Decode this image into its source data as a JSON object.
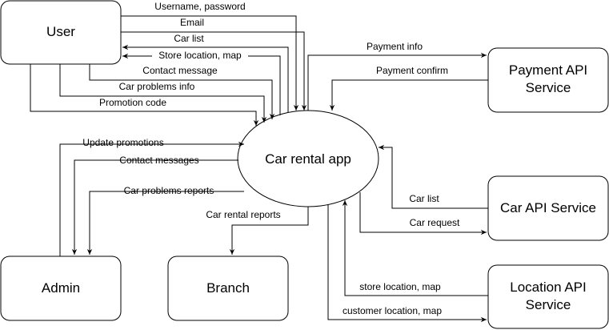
{
  "nodes": {
    "user": "User",
    "car_rental_app": "Car rental app",
    "payment_api": [
      "Payment API",
      "Service"
    ],
    "car_api": "Car API Service",
    "location_api": [
      "Location API",
      "Service"
    ],
    "admin": "Admin",
    "branch": "Branch"
  },
  "flows": {
    "username_password": "Username, password",
    "email": "Email",
    "car_list_to_user": "Car list",
    "store_location_map_to_user": "Store location, map",
    "contact_message": "Contact message",
    "car_problems_info": "Car problems info",
    "promotion_code": "Promotion code",
    "payment_info": "Payment info",
    "payment_confirm": "Payment confirm",
    "update_promotions": "Update promotions",
    "contact_messages": "Contact messages",
    "car_problems_reports": "Car problems reports",
    "car_rental_reports": "Car rental reports",
    "car_list_from_api": "Car list",
    "car_request": "Car request",
    "store_location_map_from_api": "store location, map",
    "customer_location_map": "customer location, map"
  }
}
